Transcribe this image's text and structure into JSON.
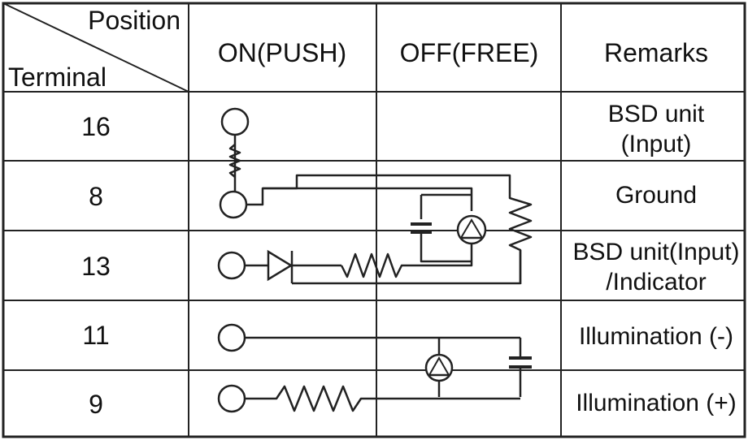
{
  "header": {
    "position_label": "Position",
    "terminal_label": "Terminal",
    "on_label": "ON(PUSH)",
    "off_label": "OFF(FREE)",
    "remarks_label": "Remarks"
  },
  "rows": [
    {
      "terminal": "16",
      "remarks": [
        "BSD unit",
        "(Input)"
      ]
    },
    {
      "terminal": "8",
      "remarks": [
        "Ground"
      ]
    },
    {
      "terminal": "13",
      "remarks": [
        "BSD unit(Input)",
        "/Indicator"
      ]
    },
    {
      "terminal": "11",
      "remarks": [
        "Illumination (-)"
      ]
    },
    {
      "terminal": "9",
      "remarks": [
        "Illumination (+)"
      ]
    }
  ],
  "symbols": {
    "terminal_pin": "circle-terminal-icon",
    "switch": "switch-contact-icon",
    "diode": "diode-icon",
    "resistor": "resistor-icon",
    "capacitor": "capacitor-icon",
    "lamp": "lamp-icon"
  }
}
